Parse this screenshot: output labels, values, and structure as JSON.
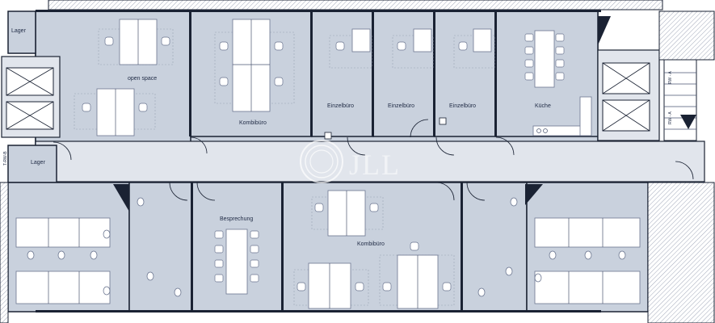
{
  "rooms": {
    "lager_top": "Lager",
    "open_space": "open space",
    "kombibuero_top": "Kombibüro",
    "einzelbuero_1": "Einzelbüro",
    "einzelbuero_2": "Einzelbüro",
    "einzelbuero_3": "Einzelbüro",
    "kueche": "Küche",
    "lager_left": "Lager",
    "besprechung": "Besprechung",
    "kombibuero_bottom": "Kombibüro"
  },
  "annotations": {
    "rw_a_1": "RW - A",
    "rw_a_2": "RW - A",
    "t_rw_b": "T-RW-B"
  },
  "watermark": "JLL",
  "colors": {
    "room_fill": "#c9d1dd",
    "wall": "#1a2233",
    "corridor": "#e1e5ec"
  }
}
